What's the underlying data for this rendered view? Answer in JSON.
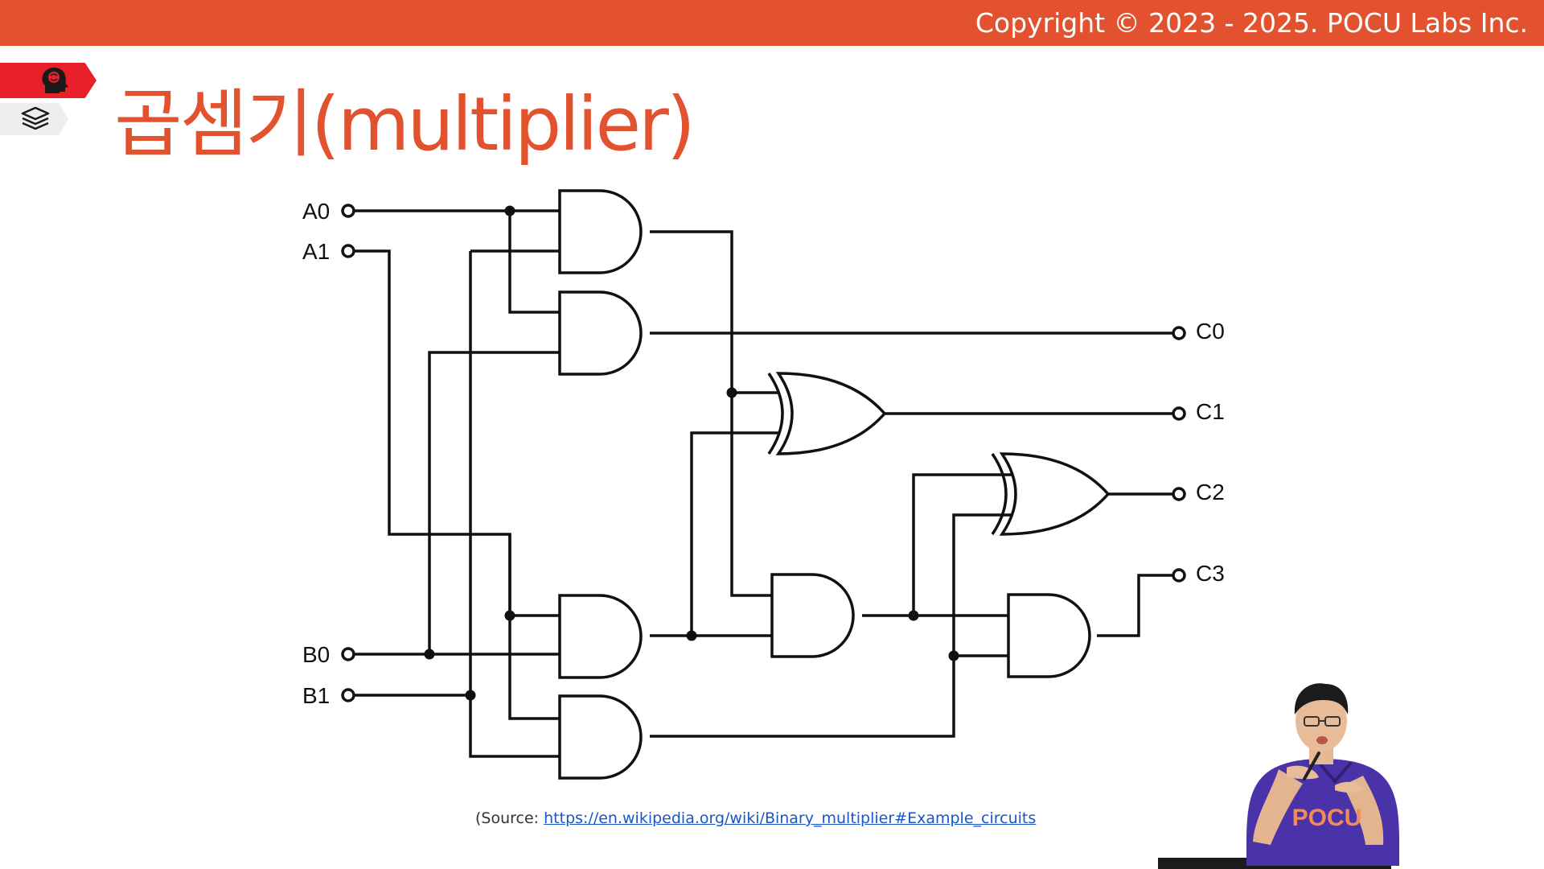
{
  "header": {
    "copyright": "Copyright © 2023 - 2025. POCU Labs Inc."
  },
  "side_tabs": {
    "icons": [
      "brain-head-icon",
      "book-stack-icon"
    ]
  },
  "slide": {
    "title": "곱셈기(multiplier)"
  },
  "diagram": {
    "inputs": [
      "A0",
      "A1",
      "B0",
      "B1"
    ],
    "outputs": [
      "C0",
      "C1",
      "C2",
      "C3"
    ],
    "gates": [
      "and",
      "and",
      "xor",
      "and",
      "and",
      "and",
      "xor",
      "and"
    ]
  },
  "source": {
    "prefix": "(Source: ",
    "link_text": "https://en.wikipedia.org/wiki/Binary_multiplier#Example_circuits"
  },
  "presenter": {
    "shirt_text": "POCU"
  },
  "colors": {
    "accent": "#e2522e",
    "tab_red": "#e8202a",
    "link": "#1a56c8",
    "shirt": "#4a32a8"
  }
}
